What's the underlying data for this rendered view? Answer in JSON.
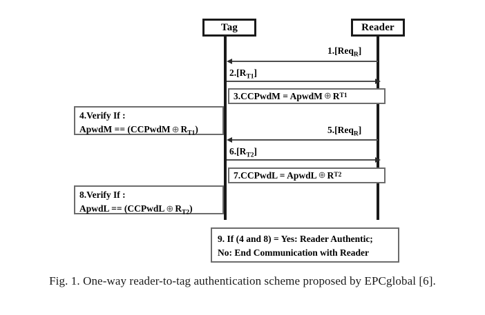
{
  "figure": {
    "type": "sequence-diagram",
    "actors": [
      {
        "id": "tag",
        "label": "Tag"
      },
      {
        "id": "reader",
        "label": "Reader"
      }
    ],
    "messages": [
      {
        "step": "1",
        "label_prefix": "1.[Req",
        "label_sub": "R",
        "label_suffix": "]",
        "from": "reader",
        "to": "tag",
        "direction": "right-to-left"
      },
      {
        "step": "2",
        "label_prefix": "2.[R",
        "label_sub": "T1",
        "label_suffix": "]",
        "from": "tag",
        "to": "reader",
        "direction": "left-to-right"
      },
      {
        "step": "5",
        "label_prefix": "5.[Req",
        "label_sub": "R",
        "label_suffix": "]",
        "from": "reader",
        "to": "tag",
        "direction": "right-to-left"
      },
      {
        "step": "6",
        "label_prefix": "6.[R",
        "label_sub": "T2",
        "label_suffix": "]",
        "from": "tag",
        "to": "reader",
        "direction": "left-to-right"
      }
    ],
    "notes": {
      "note3": {
        "text_before": "3.CCPwdM = ApwdM",
        "operator": "⊕",
        "text_after": "R",
        "subscript": "T1"
      },
      "note7": {
        "text_before": "7.CCPwdL = ApwdL",
        "operator": "⊕",
        "text_after": "R",
        "subscript": "T2"
      },
      "note4": {
        "line1": "4.Verify If :",
        "line2_before": "ApwdM == (CCPwdM",
        "operator": "⊕",
        "line2_after": "R",
        "subscript": "T1",
        "line2_end": ")"
      },
      "note8": {
        "line1": "8.Verify If :",
        "line2_before": "ApwdL == (CCPwdL",
        "operator": "⊕",
        "line2_after": "R",
        "subscript": "T2",
        "line2_end": ")"
      },
      "note9": {
        "line1": "9. If (4 and 8) = Yes: Reader Authentic;",
        "line2": "No: End Communication with Reader"
      }
    }
  },
  "caption": {
    "text": "Fig. 1. One-way reader-to-tag authentication scheme proposed by EPCglobal [6]."
  }
}
